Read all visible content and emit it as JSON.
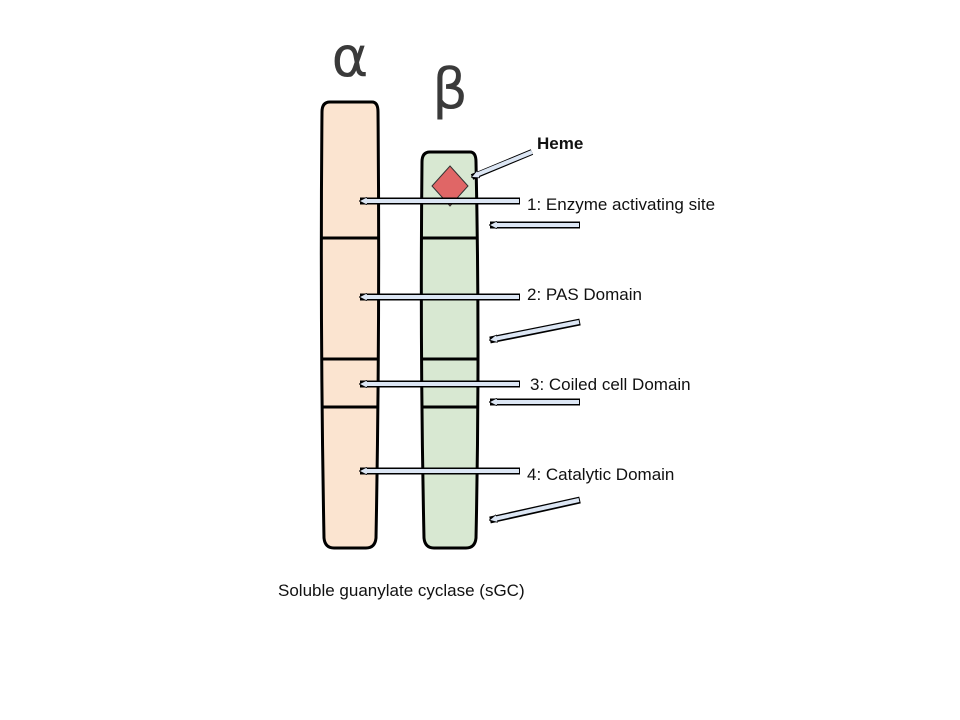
{
  "subunits": {
    "alpha": {
      "symbol": "α",
      "fill": "#fbe4d0"
    },
    "beta": {
      "symbol": "β",
      "fill": "#d8e8d2"
    }
  },
  "heme": {
    "label": "Heme",
    "color": "#e06666"
  },
  "domains": [
    {
      "label": "1: Enzyme activating site"
    },
    {
      "label": "2: PAS Domain"
    },
    {
      "label": "3: Coiled cell Domain"
    },
    {
      "label": "4: Catalytic Domain"
    }
  ],
  "caption": "Soluble guanylate cyclase (sGC)",
  "colors": {
    "arrow_fill": "#dce6f4",
    "outline": "#000000"
  }
}
